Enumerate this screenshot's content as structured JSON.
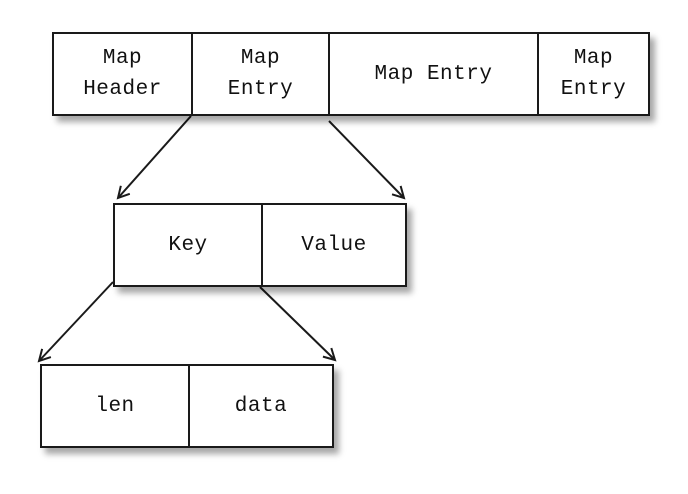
{
  "map_row": {
    "cells": [
      "Map\nHeader",
      "Map\nEntry",
      "Map Entry",
      "Map\nEntry"
    ]
  },
  "entry_row": {
    "cells": [
      "Key",
      "Value"
    ]
  },
  "key_row": {
    "cells": [
      "len",
      "data"
    ]
  },
  "colors": {
    "stroke": "#1a1a1a",
    "fill": "#ffffff"
  }
}
